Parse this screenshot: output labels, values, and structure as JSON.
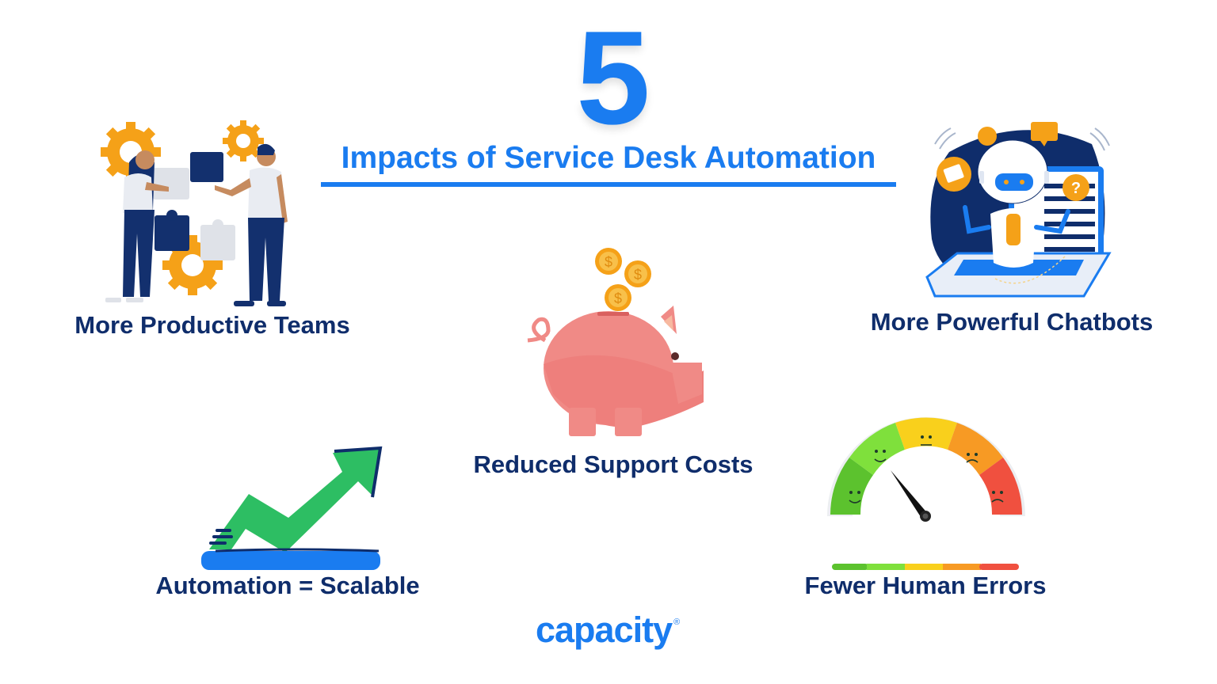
{
  "header": {
    "number": "5",
    "title": "Impacts of Service Desk Automation"
  },
  "impacts": [
    {
      "label": "More Productive Teams",
      "icon": "team-puzzle-gears-illustration"
    },
    {
      "label": "More Powerful Chatbots",
      "icon": "robot-laptop-illustration"
    },
    {
      "label": "Reduced Support Costs",
      "icon": "piggy-bank-coins-illustration"
    },
    {
      "label": "Automation = Scalable",
      "icon": "growth-arrow-illustration"
    },
    {
      "label": "Fewer Human Errors",
      "icon": "satisfaction-gauge-illustration"
    }
  ],
  "brand": {
    "name": "capacity",
    "mark": "®"
  },
  "colors": {
    "accent_blue": "#1a7cf0",
    "label_navy": "#0f2d6b",
    "gear_orange": "#f5a118",
    "pig_pink": "#f08a86",
    "arrow_green": "#2dbe63",
    "gauge": [
      "#5cc22e",
      "#7fe03c",
      "#f9d01c",
      "#f79a24",
      "#f0503f"
    ]
  }
}
